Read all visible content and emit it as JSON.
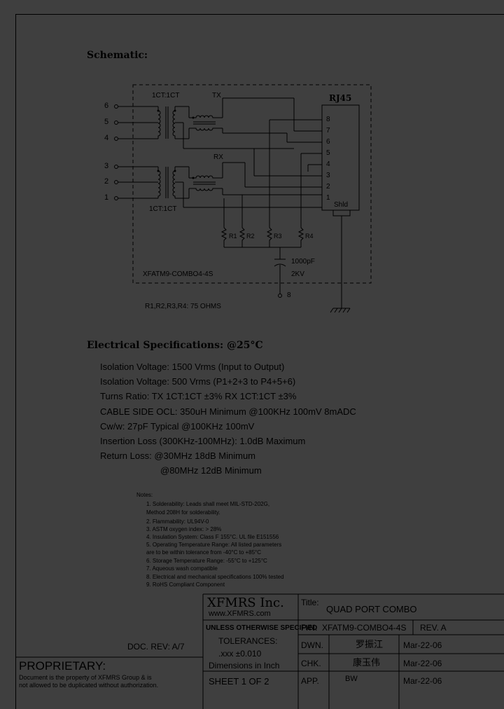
{
  "schematic": {
    "heading": "Schematic:",
    "tx_ratio_label": "1CT:1CT",
    "tx_label": "TX",
    "rx_label": "RX",
    "rx_ratio_label": "1CT:1CT",
    "rj45_label": "RJ45",
    "shield_label": "Shld",
    "part_label": "XFATM9-COMBO4-4S",
    "resistor_note": "R1,R2,R3,R4: 75 OHMS",
    "cap_value": "1000pF",
    "cap_voltage": "2KV",
    "left_pins": [
      "6",
      "5",
      "4",
      "3",
      "2",
      "1"
    ],
    "rj45_pins": [
      "8",
      "7",
      "6",
      "5",
      "4",
      "3",
      "2",
      "1"
    ],
    "resistors": [
      "R1",
      "R2",
      "R3",
      "R4"
    ],
    "pin8": "8"
  },
  "specs": {
    "heading": "Electrical   Specifications: @25°C",
    "lines": [
      "Isolation Voltage:  1500 Vrms (Input to Output)",
      "Isolation Voltage:  500 Vrms (P1+2+3 to P4+5+6)",
      "Turns Ratio: TX 1CT:1CT ±3% RX 1CT:1CT ±3%",
      "CABLE SIDE OCL: 350uH Minimum @100KHz 100mV 8mADC",
      "Cw/w: 27pF Typical @100KHz 100mV",
      "Insertion Loss (300KHz-100MHz): 1.0dB Maximum",
      "Return Loss: @30MHz    18dB Minimum",
      "@80MHz   12dB Minimum"
    ]
  },
  "notes": {
    "heading": "Notes:",
    "items": [
      "1. Solderability: Leads shall meet MIL-STD-202G,",
      "    Method 208H for solderability.",
      "2. Flammability: UL94V-0",
      "3. ASTM oxygen index: > 28%",
      "4. Insulation System: Class F 155°C. UL file E151556",
      "5. Operating Temperature Range: All listed parameters",
      "    are to be within tolerance from -40°C to +85°C",
      "6. Storage Temperature Range: -55°C to +125°C",
      "7. Aqueous wash compatible",
      "8. Electrical and mechanical specifications 100% tested",
      "9. RoHS Compliant Component"
    ]
  },
  "title_block": {
    "company": "XFMRS Inc.",
    "website": "www.XFMRS.com",
    "title_label": "Title:",
    "title_value": "QUAD PORT COMBO",
    "unless": "UNLESS OTHERWISE SPECIFIED",
    "tolerances": "TOLERANCES:",
    "xxx": ".xxx  ±0.010",
    "dimensions": "Dimensions in Inch",
    "sheet": "SHEET  1  OF  2",
    "pn_label": "P/N:",
    "pn_value": "XFATM9-COMBO4-4S",
    "rev": "REV. A",
    "dwn_label": "DWN.",
    "dwn_name": "罗振江",
    "dwn_date": "Mar-22-06",
    "chk_label": "CHK.",
    "chk_name": "康玉伟",
    "chk_date": "Mar-22-06",
    "app_label": "APP.",
    "app_name": "BW",
    "app_date": "Mar-22-06",
    "doc_rev": "DOC. REV: A/7",
    "proprietary": "PROPRIETARY:",
    "prop_text1": "Document is the property of XFMRS Group & is",
    "prop_text2": "not allowed to be duplicated without authorization."
  }
}
